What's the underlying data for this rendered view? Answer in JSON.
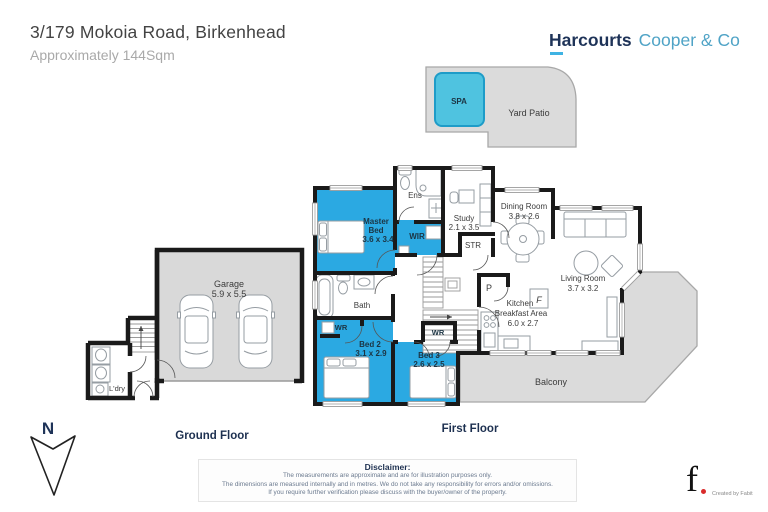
{
  "header": {
    "title": "3/179 Mokoia Road, Birkenhead",
    "subtitle": "Approximately 144Sqm"
  },
  "brand": {
    "name": "Harcourts",
    "suffix": "Cooper & Co"
  },
  "colors": {
    "accent_blue": "#2BA9E2",
    "spa_fill": "#4FC3E0",
    "area_gray": "#DBDBDB",
    "wall_black": "#1A1A1A",
    "brand_navy": "#1E3358",
    "brand_light_blue": "#4FA3C6"
  },
  "outdoor": {
    "spa_label": "SPA",
    "yard_patio_label": "Yard Patio",
    "balcony_label": "Balcony"
  },
  "floor_labels": {
    "ground": "Ground Floor",
    "first": "First Floor"
  },
  "rooms": {
    "garage": {
      "name": "Garage",
      "dims": "5.9 x 5.5"
    },
    "laundry": {
      "name": "L'dry"
    },
    "master": {
      "line1": "Master",
      "line2": "Bed",
      "dims": "3.6 x 3.4"
    },
    "ens": {
      "name": "Ens"
    },
    "wir": {
      "name": "WIR"
    },
    "study": {
      "name": "Study",
      "dims": "2.1 x 3.5"
    },
    "str": {
      "name": "STR"
    },
    "dining": {
      "name": "Dining Room",
      "dims": "3.8 x 2.6"
    },
    "living": {
      "name": "Living Room",
      "dims": "3.7 x 3.2"
    },
    "kitchen": {
      "line1": "Kitchen",
      "line2": "Breakfast Area",
      "dims": "6.0 x 2.7"
    },
    "bath": {
      "name": "Bath"
    },
    "bed2": {
      "name": "Bed 2",
      "dims": "3.1 x 2.9"
    },
    "bed3": {
      "name": "Bed 3",
      "dims": "2.6 x 2.5"
    },
    "wr": {
      "name": "WR"
    },
    "pantry": {
      "name": "P"
    },
    "fridge": {
      "name": "F"
    }
  },
  "compass": {
    "north": "N"
  },
  "disclaimer": {
    "title": "Disclaimer:",
    "lines": [
      "The measurements are approximate and are for illustration purposes only.",
      "The dimensions are measured internally and in metres. We do not take any responsibility for errors and/or omissions.",
      "If you require further verification please discuss with the buyer/owner of the property."
    ]
  },
  "credit": {
    "logo": "f",
    "text": "Created by Fabit"
  }
}
